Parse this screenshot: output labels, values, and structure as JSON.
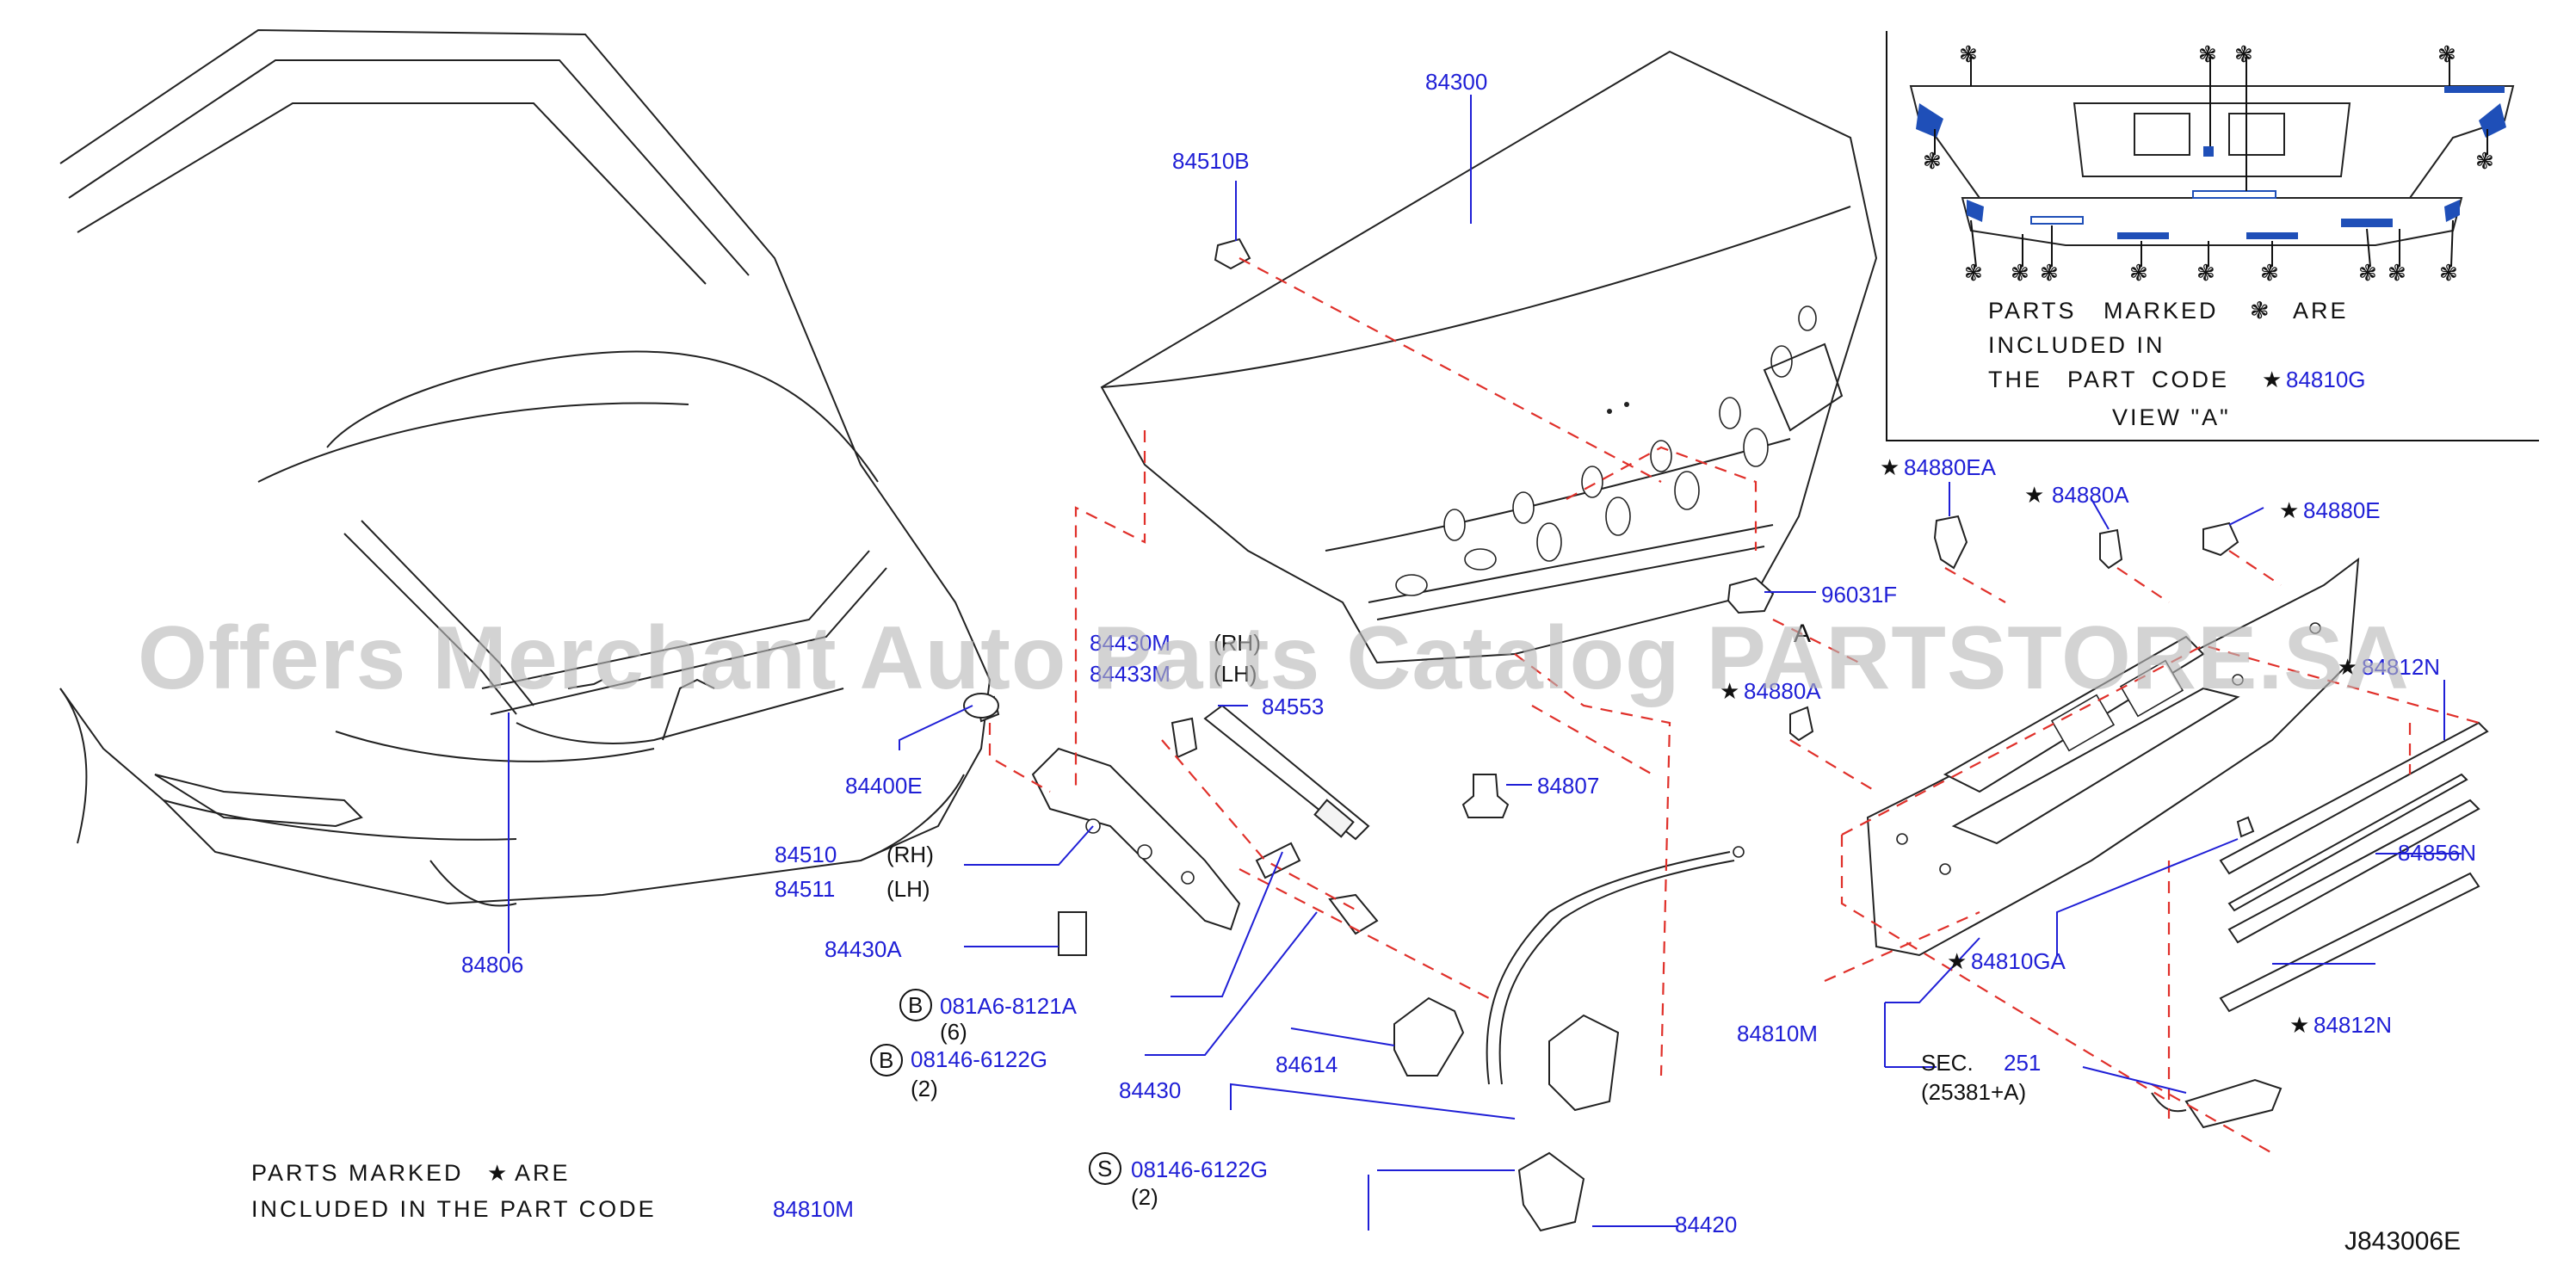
{
  "diagram": {
    "labels": {
      "hood_seal": "84806",
      "trunk_lid": "84300",
      "bumper_84510B": "84510B",
      "cap_84400E": "84400E",
      "hinge_rh_num": "84510",
      "hinge_rh_side": "(RH)",
      "hinge_lh_num": "84511",
      "hinge_lh_side": "(LH)",
      "bolt_84430A": "84430A",
      "bolt_b1_letter": "B",
      "bolt_b1_code": "081A6-8121A",
      "bolt_b1_qty": "(6)",
      "bolt_b2_letter": "B",
      "bolt_b2_code": "08146-6122G",
      "bolt_b2_qty": "(2)",
      "screw_s_letter": "S",
      "screw_s_code": "08146-6122G",
      "screw_s_qty": "(2)",
      "stay_rh_num": "84430M",
      "stay_rh_side": "(RH)",
      "stay_lh_num": "84433M",
      "stay_lh_side": "(LH)",
      "strut": "84553",
      "stopper": "84807",
      "clip_96031F": "96031F",
      "view_a_marker": "A",
      "latch_84614": "84614",
      "latch_84430": "84430",
      "lock_84420": "84420",
      "finisher_84810M": "84810M",
      "fast_84880EA": "84880EA",
      "fast_84880A_top": "84880A",
      "fast_84880E": "84880E",
      "fast_84880A_mid": "84880A",
      "mold_84812": "84812N",
      "mold_84856N": "84856N",
      "mold_84812N": "84812N",
      "clip_84810GA": "84810GA",
      "sec_prefix": "SEC.",
      "sec_num": "251",
      "sec_sub": "(25381+A)"
    },
    "inset": {
      "line1_a": "PARTS",
      "line1_b": "MARKED",
      "line1_c": "ARE",
      "line2": "INCLUDED IN",
      "line3_a": "THE",
      "line3_b": "PART",
      "line3_c": "CODE",
      "line3_code": "84810G",
      "view_caption": "VIEW \"A\""
    },
    "note": {
      "line1": "PARTS  MARKED",
      "line1_end": "ARE",
      "line2": "INCLUDED  IN  THE  PART  CODE",
      "code": "84810M"
    },
    "drawing_code": "J843006E",
    "watermark": "Offers Merchant Auto Parts Catalog PARTSTORE.SA",
    "symbols": {
      "star": "★",
      "gear": "❃"
    },
    "colors": {
      "label_blue": "#1f1fd6",
      "dashed_red": "#e0302a",
      "line_black": "#222222"
    }
  }
}
